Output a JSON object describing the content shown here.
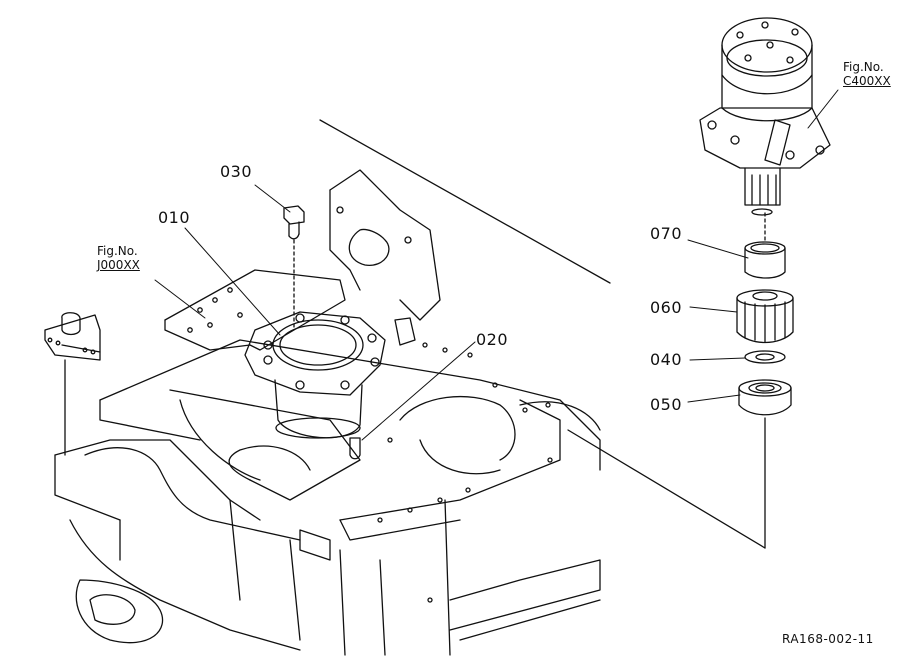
{
  "callouts": {
    "p010": "010",
    "p020": "020",
    "p030": "030",
    "p040": "040",
    "p050": "050",
    "p060": "060",
    "p070": "070"
  },
  "fig_refs": {
    "left": {
      "line1": "Fig.No.",
      "line2": "J000XX"
    },
    "right": {
      "line1": "Fig.No.",
      "line2": "C400XX"
    }
  },
  "drawing_code": "RA168-002-11",
  "colors": {
    "ink": "#111111",
    "paper": "#ffffff"
  }
}
